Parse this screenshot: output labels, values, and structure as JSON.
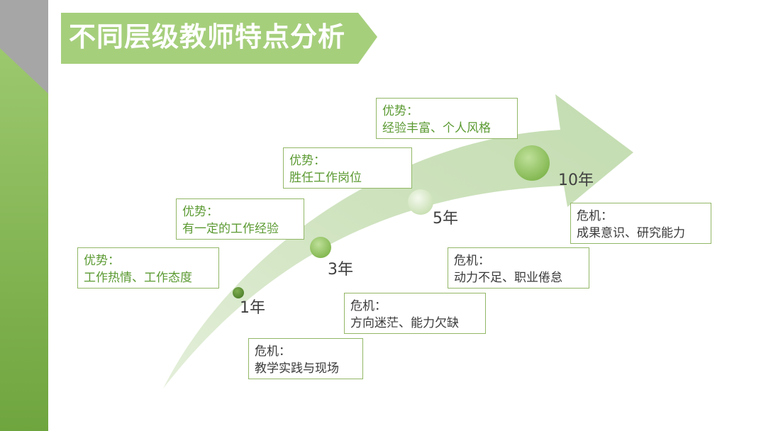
{
  "title": "不同层级教师特点分析",
  "colors": {
    "accent_green": "#8fbf5a",
    "banner_green": "#a6cf7c",
    "arrow_green": "#cfe3bf",
    "sidebar_gray": "#a6a6a6"
  },
  "stages": [
    {
      "year": "1年",
      "advantage": {
        "head": "优势：",
        "body": "工作热情、工作态度"
      },
      "crisis": {
        "head": "危机：",
        "body": "教学实践与现场"
      }
    },
    {
      "year": "3年",
      "advantage": {
        "head": "优势：",
        "body": "有一定的工作经验"
      },
      "crisis": {
        "head": "危机：",
        "body": "方向迷茫、能力欠缺"
      }
    },
    {
      "year": "5年",
      "advantage": {
        "head": "优势：",
        "body": "胜任工作岗位"
      },
      "crisis": {
        "head": "危机：",
        "body": "动力不足、职业倦怠"
      }
    },
    {
      "year": "10年",
      "advantage": {
        "head": "优势：",
        "body": "经验丰富、个人风格"
      },
      "crisis": {
        "head": "危机：",
        "body": "成果意识、研究能力"
      }
    }
  ]
}
